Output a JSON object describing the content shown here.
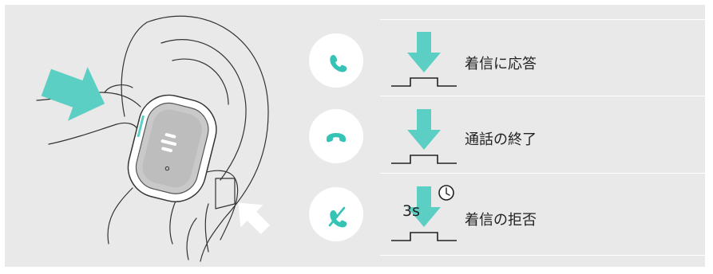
{
  "rows": [
    {
      "action": "着信に応答",
      "icon": "phone-answer-icon",
      "gesture": "single-press"
    },
    {
      "action": "通話の終了",
      "icon": "phone-hangup-icon",
      "gesture": "single-press"
    },
    {
      "action": "着信の拒否",
      "icon": "phone-reject-icon",
      "gesture": "hold",
      "hold_label": "3s",
      "hold_icon": "clock-icon"
    }
  ],
  "colors": {
    "accent": "#5ccfc4",
    "panel": "#e9e9e9",
    "line": "#222222",
    "icon": "#34c3b5"
  }
}
